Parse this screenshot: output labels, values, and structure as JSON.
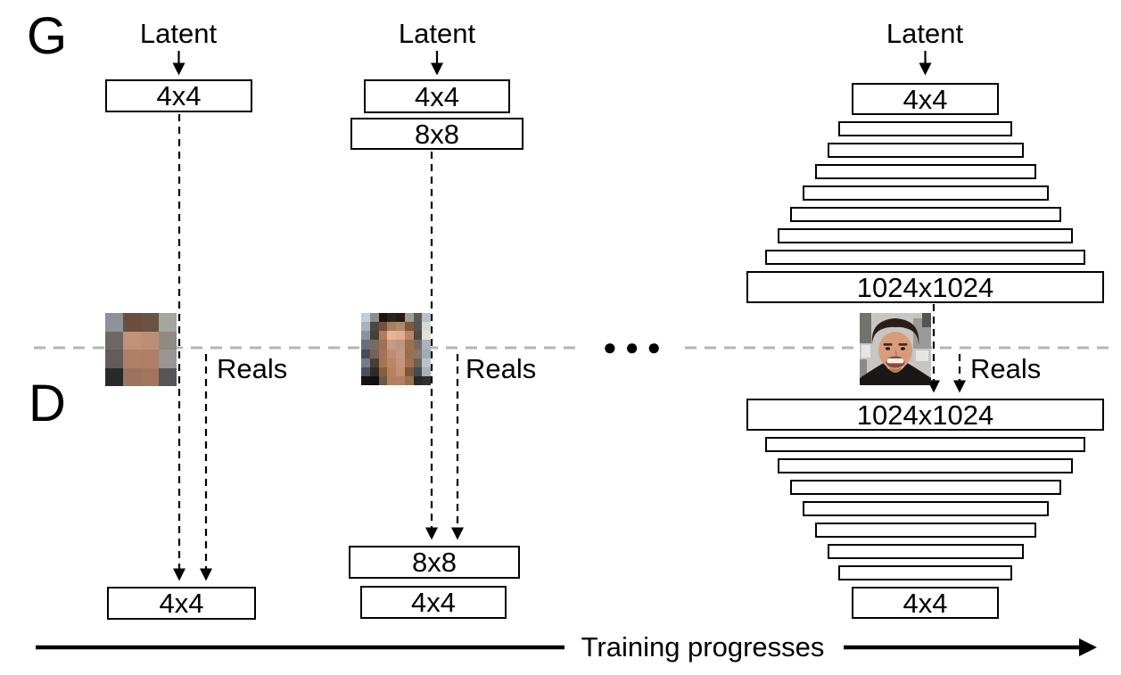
{
  "figure": {
    "generator_label": "G",
    "discriminator_label": "D",
    "latent_label": "Latent",
    "reals_label": "Reals",
    "training_label": "Training progresses",
    "ellipsis": "●●●"
  },
  "stages": [
    {
      "name": "stage-1",
      "g_layers": [
        "4x4"
      ],
      "d_layers": [
        "4x4"
      ]
    },
    {
      "name": "stage-2",
      "g_layers": [
        "4x4",
        "8x8"
      ],
      "d_layers": [
        "8x8",
        "4x4"
      ]
    },
    {
      "name": "stage-3",
      "g_layers": [
        "4x4",
        "",
        "",
        "",
        "",
        "",
        "",
        "",
        "1024x1024"
      ],
      "d_layers": [
        "1024x1024",
        "",
        "",
        "",
        "",
        "",
        "",
        "",
        "4x4"
      ]
    }
  ],
  "faces": {
    "face_4x4_pixels": [
      [
        "#8e9299",
        "#6a4f3f",
        "#6b5243",
        "#a4a6a0"
      ],
      [
        "#6d6765",
        "#c29179",
        "#bd8e76",
        "#8f8b84"
      ],
      [
        "#645c5c",
        "#b17e68",
        "#b07e68",
        "#9b9494"
      ],
      [
        "#282a2a",
        "#9d7260",
        "#a3755f",
        "#565656"
      ]
    ],
    "face_8x8_pixels": [
      [
        "#c3cdd6",
        "#8d8d8b",
        "#1d1512",
        "#2b211c",
        "#241b14",
        "#9c9d98",
        "#5a5a58",
        "#b9c1c5"
      ],
      [
        "#a7b2bd",
        "#4b4742",
        "#7a5038",
        "#a87e62",
        "#b08a6b",
        "#7e573c",
        "#585550",
        "#d6d8d2"
      ],
      [
        "#8795a3",
        "#474038",
        "#b07d5e",
        "#e9b394",
        "#e3ad92",
        "#bc8465",
        "#4e4a45",
        "#dfe1da"
      ],
      [
        "#667080",
        "#7a6a62",
        "#9f6f52",
        "#c89a80",
        "#bd9480",
        "#a06f50",
        "#786a5e",
        "#aab4bc"
      ],
      [
        "#474c58",
        "#76645c",
        "#a5725a",
        "#c08a73",
        "#c79883",
        "#9a6c4e",
        "#8a7668",
        "#9fabb5"
      ],
      [
        "#717b8a",
        "#463e36",
        "#a5744f",
        "#bc8468",
        "#c6947c",
        "#a2714c",
        "#6d6058",
        "#b9c3ca"
      ],
      [
        "#4a4f5a",
        "#2e2a26",
        "#8a5f40",
        "#b97f62",
        "#c68f74",
        "#7e5638",
        "#434b50",
        "#a7b0b5"
      ],
      [
        "#15130f",
        "#111010",
        "#6e5844",
        "#b08066",
        "#b28164",
        "#9a6f4d",
        "#2b2826",
        "#31302e"
      ]
    ],
    "photo_palette": {
      "background": "#c7c6c4",
      "background_dark": "#74726f",
      "background_light": "#e6e5e3",
      "hair": "#2b1e16",
      "skin": "#d89c7b",
      "skin_shadow": "#b57c5e",
      "mouth": "#8c4a3b",
      "teeth": "#f4f0e8",
      "jacket": "#1a1817",
      "eyes": "#231712"
    }
  },
  "colors": {
    "ink": "#000000",
    "divider": "#b5b5b5",
    "box_background": "#ffffff"
  }
}
